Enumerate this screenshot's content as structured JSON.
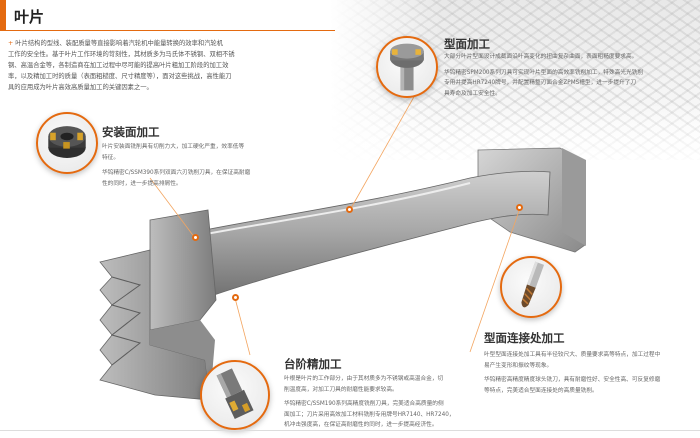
{
  "header": {
    "title": "叶片"
  },
  "intro": {
    "lines": [
      "叶片结构的型线、装配质量等直接影响着汽轮机中能量转换的效率和汽轮机",
      "工作的安全性。基于叶片工作环境的苛刻性，其材质多为马氏体不锈钢、双相不锈",
      "钢、高温合金等，各制造商在加工过程中尽可能的提高叶片粗加工阶段的加工效",
      "率，以及精加工时的质量（表面粗糙度、尺寸精度等），面对这些挑战，高性能刀",
      "具的应用成为叶片高效高质量加工的关键因素之一。"
    ]
  },
  "sections": {
    "mounting": {
      "title": "安装面加工",
      "lines": [
        "叶片安装面铣削具有切削力大，加工硬化严重，效率低等",
        "特征。",
        "",
        "华钨精密C/SSM390系列双面六刃铣削刀具，在保证高耐磨",
        "性的同时，进一步提高排屑性。"
      ]
    },
    "profile": {
      "title": "型面加工",
      "lines": [
        "大部分叶片型面设计成截面沿叶高变化的扭曲复杂曲面，表面粗糙度要求高。",
        "",
        "华钨精密SPM200系列刀具可实现叶片型面的高效率铣削加工，特殊高光光铣削",
        "专用并提高HR7240牌号，并配置精整刃面合金ZPMS槽型，进一步提升了刀",
        "具寿命及加工安全性。"
      ]
    },
    "step": {
      "title": "台阶精加工",
      "lines": [
        "叶根是叶片的工作部分，由于其材质多为不锈钢或高温合金，切",
        "削温度高，对加工刀具的耐磨性能要求较高。",
        "",
        "华钨精密C/SSM190系列高精度铣削刀具，完美适合高质量的侧",
        "面加工；刀片采用高效加工材料铣削专用牌号HR7140、HR7240，",
        "机冲击强度高，在保证高耐磨性的同时，进一步提高经济性。"
      ]
    },
    "fillet": {
      "title": "型面连接处加工",
      "lines": [
        "叶型型面连接处加工具有半径较尺大、质量要求高等特点，加工过程中",
        "易产生变形和振纹等现象。",
        "",
        "华钨精密高精度精度球头铣刀，具有耐磨性好、安全性高、可反复修磨",
        "等特点，完美适合型面连接处的高质量铣削。"
      ]
    }
  },
  "colors": {
    "accent": "#e46a10",
    "title": "#222222",
    "text": "#555555"
  },
  "icons": {
    "mounting": "face-mill-icon",
    "profile": "indexable-end-mill-icon",
    "step": "shoulder-mill-icon",
    "fillet": "ball-end-mill-icon"
  }
}
